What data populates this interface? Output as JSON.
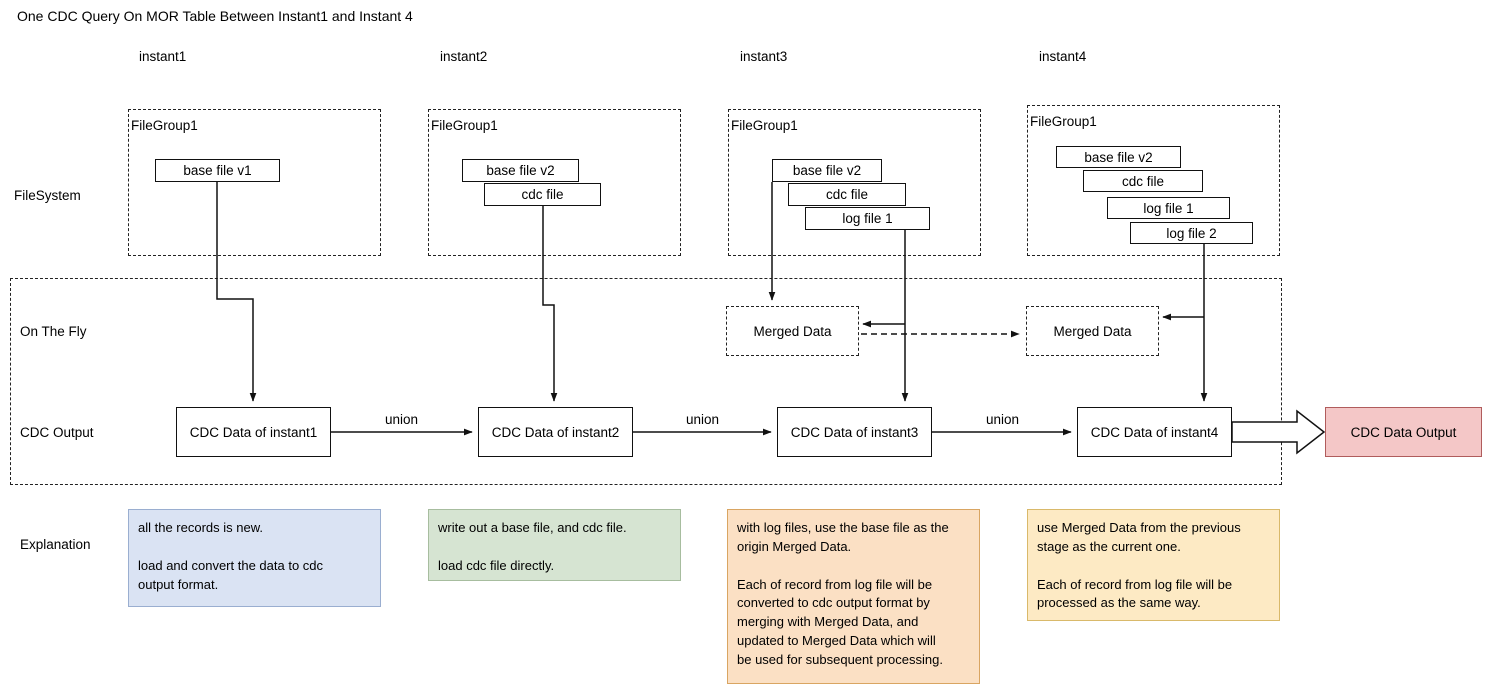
{
  "title": "One CDC Query On MOR Table Between Instant1 and Instant 4",
  "columns": [
    {
      "label": "instant1"
    },
    {
      "label": "instant2"
    },
    {
      "label": "instant3"
    },
    {
      "label": "instant4"
    }
  ],
  "row_labels": {
    "filesystem": "FileSystem",
    "on_the_fly": "On The Fly",
    "cdc_output": "CDC Output",
    "explanation": "Explanation"
  },
  "file_groups": [
    {
      "label": "FileGroup1",
      "files": [
        "base file v1"
      ]
    },
    {
      "label": "FileGroup1",
      "files": [
        "base file v2",
        "cdc file"
      ]
    },
    {
      "label": "FileGroup1",
      "files": [
        "base file v2",
        "cdc file",
        "log file 1"
      ]
    },
    {
      "label": "FileGroup1",
      "files": [
        "base file v2",
        "cdc file",
        "log file 1",
        "log file 2"
      ]
    }
  ],
  "merged_data": [
    {
      "label": "Merged Data"
    },
    {
      "label": "Merged Data"
    }
  ],
  "cdc_nodes": [
    {
      "label": "CDC Data of instant1"
    },
    {
      "label": "CDC Data of instant2"
    },
    {
      "label": "CDC Data of instant3"
    },
    {
      "label": "CDC Data of instant4"
    }
  ],
  "union_labels": [
    "union",
    "union",
    "union"
  ],
  "output": {
    "label": "CDC Data Output"
  },
  "explanations": [
    {
      "text": "all the records is new.\n\nload and convert the data to cdc\noutput format."
    },
    {
      "text": "write out a base file, and cdc file.\n\nload cdc file directly."
    },
    {
      "text": "with log files, use the base file as the\norigin Merged Data.\n\nEach of record from log file will be\nconverted to cdc output format by\nmerging with Merged Data, and\nupdated to Merged Data which will\nbe used for subsequent processing."
    },
    {
      "text": "use Merged Data from the previous\nstage as the current one.\n\nEach of record from log file will be\nprocessed as the same way."
    }
  ],
  "colors": {
    "output_fill": "#f4c7c7",
    "output_border": "#b05c5c",
    "note_blue_fill": "#dae3f3",
    "note_green_fill": "#d6e4d2",
    "note_orange_fill": "#fbe0c4",
    "note_yellow_fill": "#fdeac4",
    "line": "#111111"
  }
}
